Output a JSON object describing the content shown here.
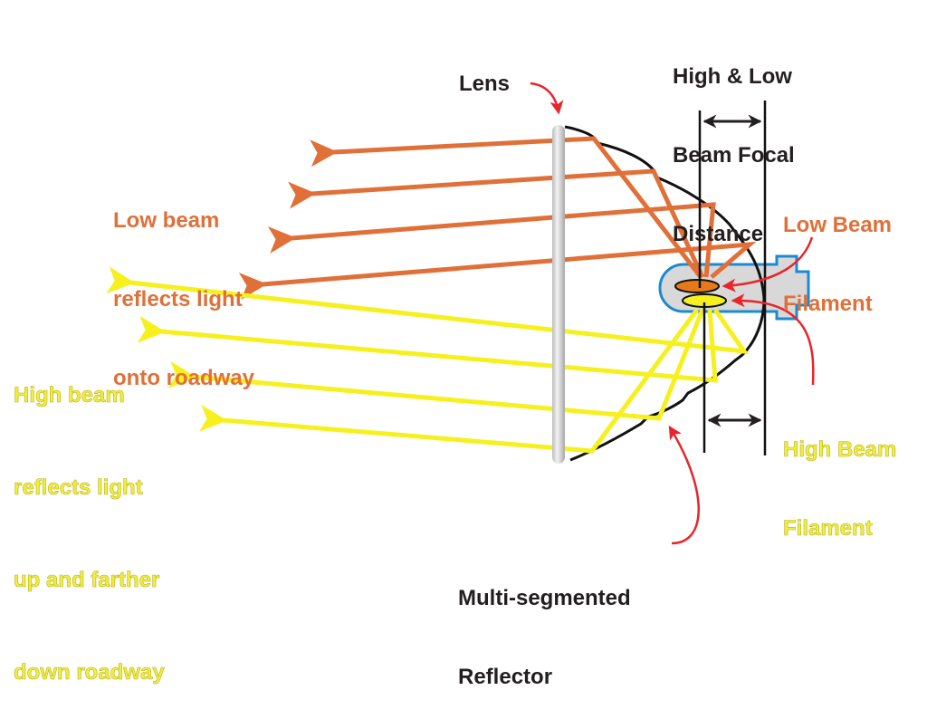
{
  "diagram": {
    "title": "Headlamp reflector with dual-filament bulb",
    "labels": {
      "lens": "Lens",
      "focal_distance": [
        "High & Low",
        "Beam Focal",
        "Distance"
      ],
      "low_beam_filament": [
        "Low Beam",
        "Filament"
      ],
      "high_beam_filament": [
        "High Beam",
        "Filament"
      ],
      "low_beam_desc": [
        "Low beam",
        "reflects light",
        "onto roadway"
      ],
      "high_beam_desc": [
        "High beam",
        "reflects light",
        "up and farther",
        "down roadway"
      ],
      "reflector": [
        "Multi-segmented",
        "Reflector"
      ]
    },
    "colors": {
      "low_beam": "#e07038",
      "high_beam": "#f5f01e",
      "callout_arrow": "#e8252b",
      "bulb_outline": "#1a8ad4",
      "bulb_fill": "#d8d8d8",
      "text": "#231f20"
    },
    "low_beam_rays": 4,
    "high_beam_rays": 4
  }
}
